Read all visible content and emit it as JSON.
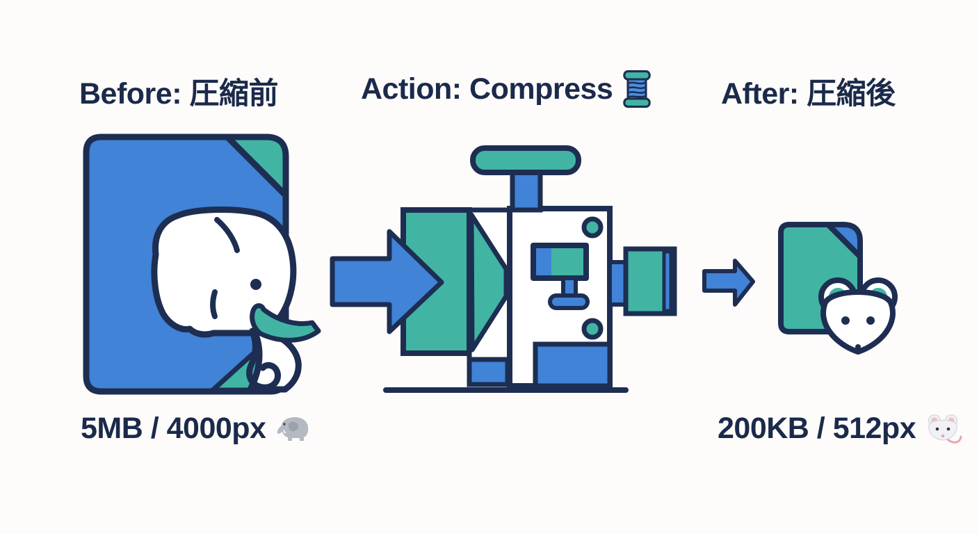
{
  "colors": {
    "background": "#fdfcfa",
    "outline_navy": "#1d2e52",
    "text_navy": "#1b2a4b",
    "blue": "#4083d7",
    "teal": "#42b4a3",
    "white": "#ffffff"
  },
  "sections": {
    "before": {
      "heading": "Before: 圧縮前",
      "caption": "5MB / 4000px",
      "caption_icon": "elephant-emoji",
      "illustration": "large-blue-file-with-elephant"
    },
    "action": {
      "heading": "Action: Compress",
      "heading_icon": "thread-spool-emoji",
      "illustration": "arrow-into-compression-machine"
    },
    "after": {
      "heading": "After: 圧縮後",
      "caption": "200KB / 512px",
      "caption_icon": "mouse-emoji",
      "illustration": "arrow-to-small-teal-file-with-mouse"
    }
  }
}
